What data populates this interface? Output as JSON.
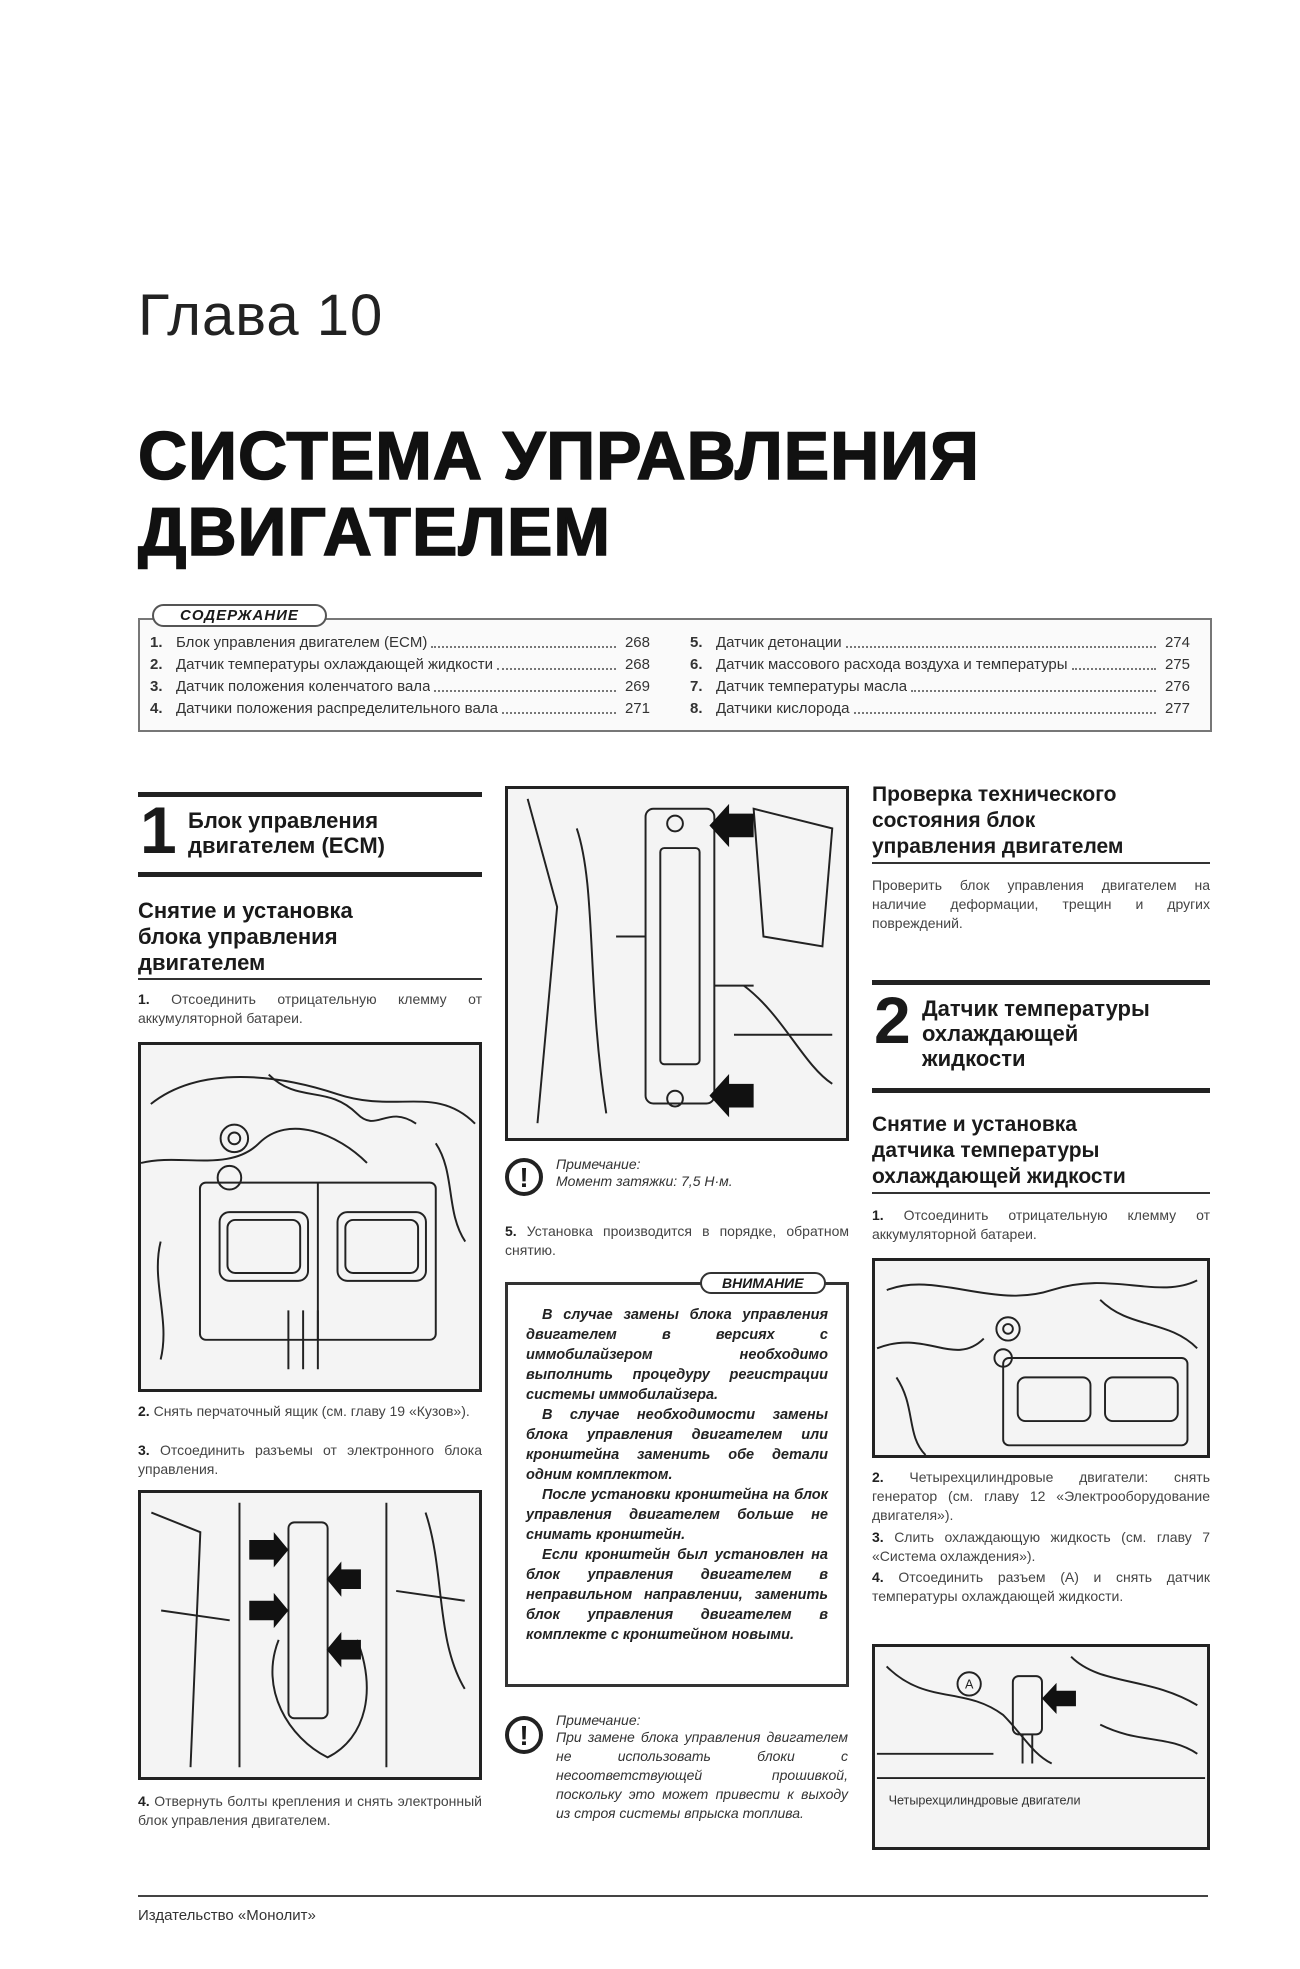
{
  "chapter": "Глава 10",
  "title": {
    "line1": "СИСТЕМА УПРАВЛЕНИЯ",
    "line2": "ДВИГАТЕЛЕМ"
  },
  "contents": {
    "label": "СОДЕРЖАНИЕ",
    "items": [
      {
        "n": "1.",
        "text": "Блок управления двигателем (ECM)",
        "page": "268"
      },
      {
        "n": "2.",
        "text": "Датчик температуры охлаждающей жидкости",
        "page": "268"
      },
      {
        "n": "3.",
        "text": "Датчик положения коленчатого вала",
        "page": "269"
      },
      {
        "n": "4.",
        "text": "Датчики положения распределительного вала",
        "page": "271"
      },
      {
        "n": "5.",
        "text": "Датчик детонации",
        "page": "274"
      },
      {
        "n": "6.",
        "text": "Датчик массового расхода воздуха и температуры",
        "page": "275"
      },
      {
        "n": "7.",
        "text": "Датчик температуры масла",
        "page": "276"
      },
      {
        "n": "8.",
        "text": "Датчики кислорода",
        "page": "277"
      }
    ]
  },
  "section1": {
    "number": "1",
    "title_line1": "Блок управления",
    "title_line2": "двигателем (ECM)",
    "subhead_line1": "Снятие и установка",
    "subhead_line2": "блока управления",
    "subhead_line3": "двигателем",
    "step1": "Отсоединить отрицательную клемму от аккумуляторной батареи.",
    "step2": "Снять перчаточный ящик (см. главу 19 «Кузов»).",
    "step3": "Отсоединить разъемы от электронного блока управления.",
    "step4": "Отвернуть болты крепления и снять электронный блок управления двигателем.",
    "step5": "Установка производится в порядке, обратном снятию.",
    "note1_label": "Примечание:",
    "note1_text": "Момент затяжки: 7,5 Н·м.",
    "warning_label": "ВНИМАНИЕ",
    "warning_p1": "В случае замены блока управления двигателем в версиях с иммобилайзером необходимо выполнить процедуру регистрации системы иммобилайзера.",
    "warning_p2": "В случае необходимости замены блока управления двигателем или кронштейна заменить обе детали одним комплектом.",
    "warning_p3": "После установки кронштейна на блок управления двигателем больше не снимать кронштейн.",
    "warning_p4": "Если кронштейн был установлен на блок управления двигателем в неправильном направлении, заменить блок управления двигателем в комплекте с кронштейном новыми.",
    "note2_label": "Примечание:",
    "note2_text": "При замене блока управления двигателем не использовать блоки с несоответствующей прошивкой, поскольку это может привести к выходу из строя системы впрыска топлива."
  },
  "inspection": {
    "heading_line1": "Проверка технического",
    "heading_line2": "состояния блок",
    "heading_line3": "управления двигателем",
    "text": "Проверить блок управления двигателем на наличие деформации, трещин и других повреждений."
  },
  "section2": {
    "number": "2",
    "title_line1": "Датчик температуры",
    "title_line2": "охлаждающей",
    "title_line3": "жидкости",
    "subhead_line1": "Снятие и установка",
    "subhead_line2": "датчика температуры",
    "subhead_line3": "охлаждающей жидкости",
    "step1": "Отсоединить отрицательную клемму от аккумуляторной батареи.",
    "step2": "Четырехцилиндровые двигатели: снять генератор (см. главу 12 «Электрооборудование двигателя»).",
    "step3": "Слить охлаждающую жидкость (см. главу 7 «Система охлаждения»).",
    "step4": "Отсоединить разъем (A) и снять датчик температуры охлаждающей жидкости.",
    "figure_caption": "Четырехцилиндровые двигатели",
    "callout_a": "A"
  },
  "footer": "Издательство «Монолит»"
}
